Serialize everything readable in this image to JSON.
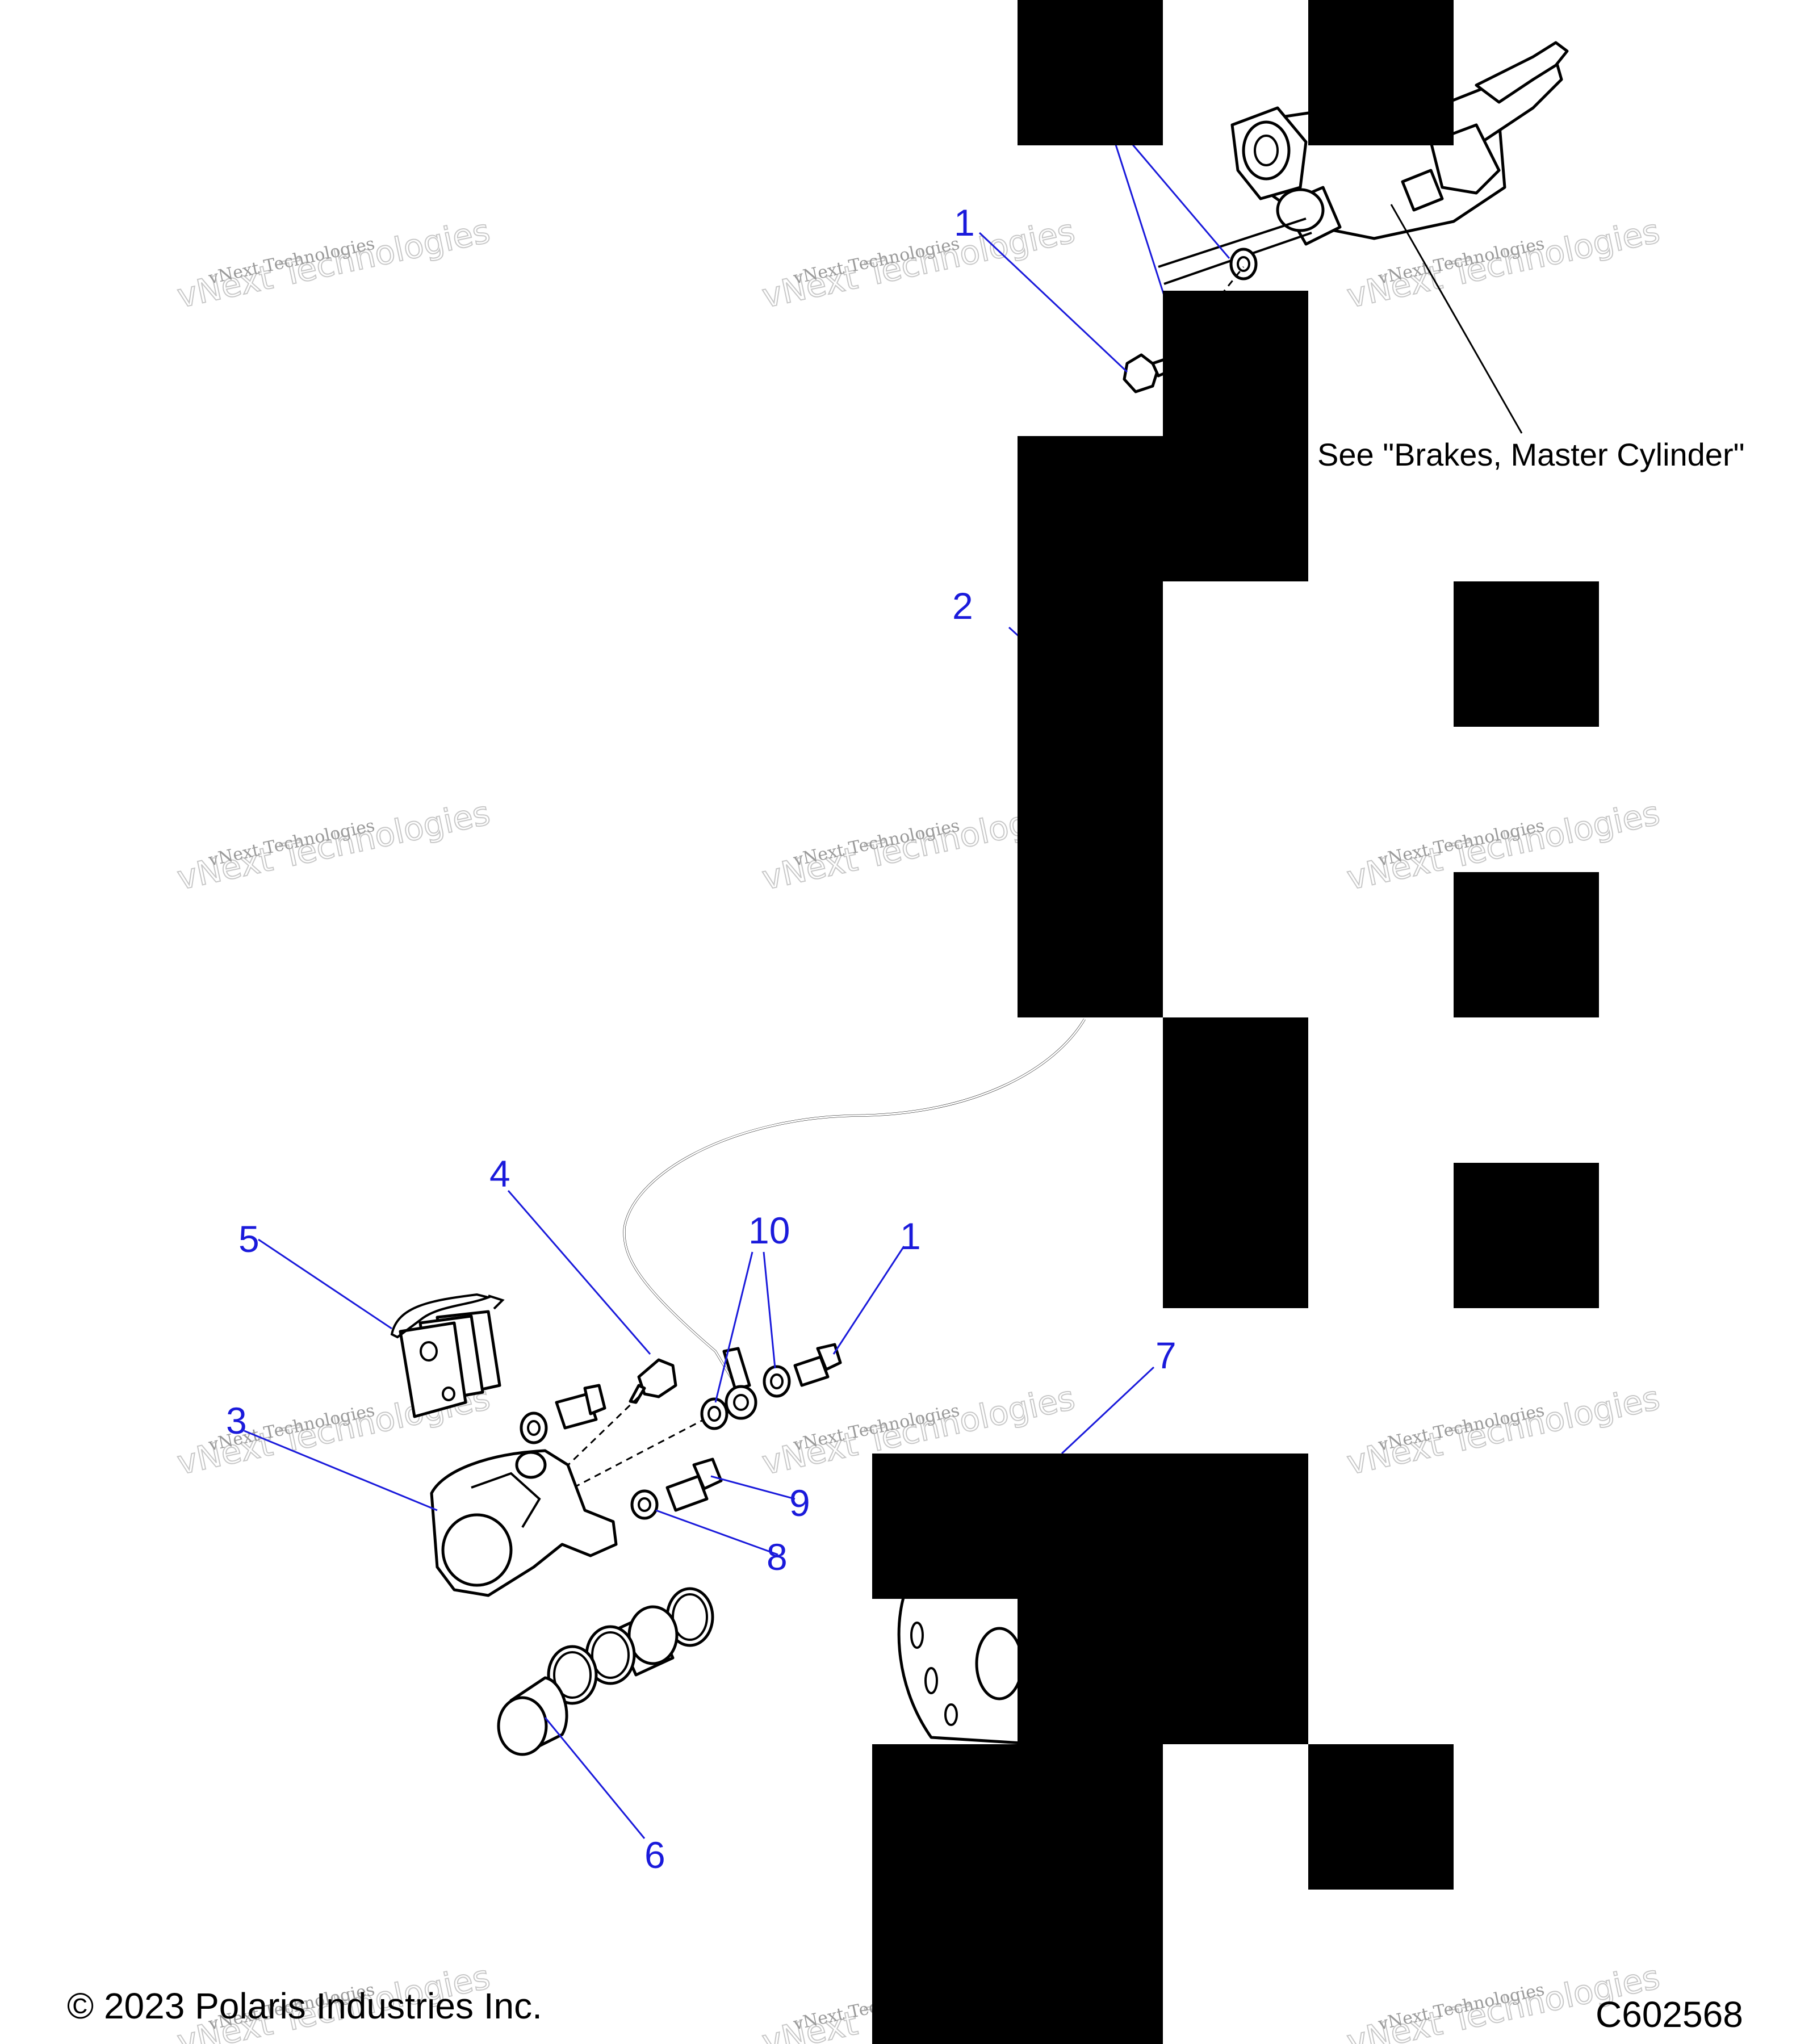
{
  "callouts": [
    {
      "id": "c1a",
      "label": "1"
    },
    {
      "id": "c2",
      "label": "2"
    },
    {
      "id": "c4",
      "label": "4"
    },
    {
      "id": "c5",
      "label": "5"
    },
    {
      "id": "c10",
      "label": "10"
    },
    {
      "id": "c1b",
      "label": "1"
    },
    {
      "id": "c3",
      "label": "3"
    },
    {
      "id": "c7",
      "label": "7"
    },
    {
      "id": "c9",
      "label": "9"
    },
    {
      "id": "c8",
      "label": "8"
    },
    {
      "id": "c6",
      "label": "6"
    }
  ],
  "note": "See \"Brakes, Master Cylinder\"",
  "copyright": "© 2023 Polaris Industries Inc.",
  "diagram_code": "C602568",
  "watermark": {
    "line1": "vNext Technologies",
    "line2": "vNext Technologies"
  },
  "colors": {
    "callout": "#1a1adb",
    "line": "#000000",
    "redaction": "#000000"
  }
}
